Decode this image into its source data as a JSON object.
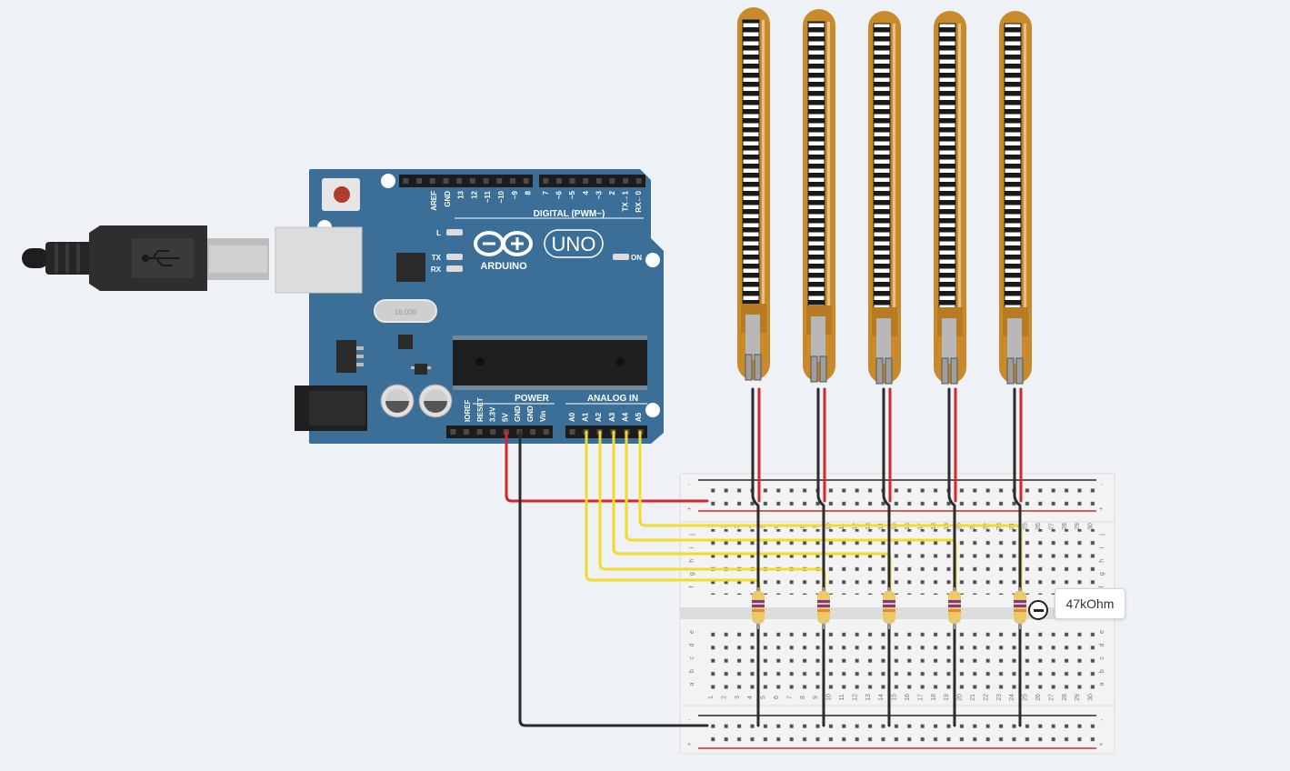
{
  "arduino": {
    "brand": "ARDUINO",
    "model": "UNO",
    "digital_header_label": "DIGITAL (PWM~)",
    "power_label": "POWER",
    "analog_label": "ANALOG IN",
    "on_label": "ON",
    "crystal_text": "16.000",
    "led_labels": [
      "L",
      "TX",
      "RX"
    ],
    "digital_pins_left": [
      "AREF",
      "GND",
      "13",
      "12",
      "~11",
      "~10",
      "~9",
      "8"
    ],
    "digital_pins_right": [
      "7",
      "~6",
      "~5",
      "4",
      "~3",
      "2",
      "TX→1",
      "RX←0"
    ],
    "power_pins": [
      "IOREF",
      "RESET",
      "3.3V",
      "5V",
      "GND",
      "GND",
      "Vin"
    ],
    "analog_pins": [
      "A0",
      "A1",
      "A2",
      "A3",
      "A4",
      "A5"
    ]
  },
  "breadboard": {
    "rail_minus": "-",
    "rail_plus": "+",
    "row_letters_top": [
      "j",
      "i",
      "h",
      "g",
      "f"
    ],
    "row_letters_bottom": [
      "e",
      "d",
      "c",
      "b",
      "a"
    ],
    "column_numbers": [
      "1",
      "2",
      "3",
      "4",
      "5",
      "6",
      "7",
      "8",
      "9",
      "10",
      "11",
      "12",
      "13",
      "14",
      "15",
      "16",
      "17",
      "18",
      "19",
      "20",
      "21",
      "22",
      "23",
      "24",
      "25",
      "26",
      "27",
      "28",
      "29",
      "30"
    ]
  },
  "components": {
    "flex_sensor_count": 5,
    "resistor_count": 5
  },
  "tooltip": {
    "value": "47kOhm"
  },
  "colors": {
    "board": "#3a6d96",
    "wire_red": "#d6262b",
    "wire_black": "#2b2b2b",
    "wire_yellow": "#f2dc2a",
    "flex_copper": "#c88a2b",
    "breadboard": "#f3f3f3"
  }
}
